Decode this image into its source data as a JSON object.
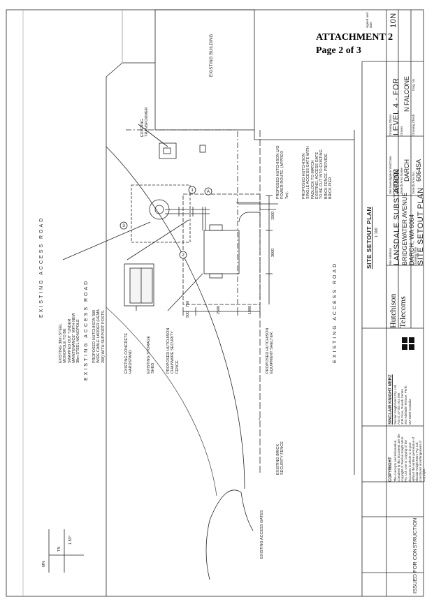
{
  "attachment": {
    "title": "ATTACHMENT 2",
    "page": "Page 2 of 3"
  },
  "labels": {
    "existing_building": "EXISTING BUILDING",
    "existing_transformer": [
      "EXISTING",
      "TRANSFORMER"
    ],
    "road_left": "EXISTING ACCESS ROAD",
    "road_right": "EXISTING ACCESS ROAD",
    "road_bottom": "EXISTING ACCESS ROAD",
    "monopole": [
      "EXISTING 30m STEEL",
      "MONOPOLE TO BE",
      "SWAPPED OUT \"UNDER",
      "MAINTENANCE\" WITH NEW",
      "30m STEEL MONOPOLE"
    ],
    "cable_ladder": [
      "PROPOSED HUTCHISON 300",
      "WIDE CABLE LADDER (HEMA",
      "208) WITH SUPPORT POSTS."
    ],
    "hardstand": [
      "EXISTING CONCRETE",
      "HARDSTAND"
    ],
    "storage_shed": [
      "EXISTING STORAGE",
      "SHED"
    ],
    "chainwire_fence": [
      "PROPOSED HUTCHISON",
      "CHAINWIRE SECURITY",
      "FENCE."
    ],
    "equipment_shelter": [
      "PROPOSED HUTCHISON",
      "EQUIPMENT SHELTER."
    ],
    "power_route": [
      "PROPOSED HUTCHISON U/G",
      "POWER ROUTE. (APPROX",
      "7m)."
    ],
    "access_gate": [
      "PROPOSED HUTCHISON",
      "SINGLE ACCESS GATE WITH",
      "PADLOCK TO MATCH",
      "EXISTING. ACCESS GATE",
      "TO BE CUT INTO EXISTING",
      "BRICK FENCE. PROVIDE",
      "BRICK PIER"
    ],
    "brick_fence": [
      "EXISTING BRICK",
      "SECURITY FENCE"
    ],
    "access_gates": "EXISTING ACCESS GATES",
    "plan_title": "SITE SETOUT PLAN",
    "plan_scale": "1:100",
    "north_mn": "MN",
    "north_tn": "TN",
    "declination": "1.83°"
  },
  "markers": [
    "1",
    "2",
    "3",
    "A"
  ],
  "dimensions": [
    "500",
    "750",
    "2500",
    "1000",
    "3000",
    "1500"
  ],
  "title_block": {
    "copyright_head": "COPYRIGHT",
    "copyright_lines": [
      "The concepts and information",
      "contained in this document are the",
      "copyright of Sinclair Knight Merz",
      "Pty. Ltd. Use or copying of the",
      "document in whole or in part",
      "without the written permission of",
      "Sinclair Knight Merz Pty. Ltd.",
      "constitutes an infringement of",
      "copyright."
    ],
    "company": "SINCLAIR KNIGHT MERZ",
    "company_lines": [
      "Sinclair Knight Merz Pty. Ltd.",
      "A.B.N. 37 001 024 095",
      "11th Floor, Durack Centre",
      "263 Adelaide Terrace, Perth",
      "WA 6000 Australia"
    ],
    "client_a": "Hutchison",
    "client_b": "Telecoms",
    "site_address_label": "Site Address",
    "site_name": "LANSDALE SUBSTATION",
    "address_1": "BRIDGEWATER AVENUE",
    "address_2": "DARCH, WA 6064",
    "drawing_title_label": "Drawing Title",
    "drawing_title": "SITE SETOUT PLAN",
    "visit_label": "Site Investigation Visit Date",
    "visit_date": "26/06/02",
    "search_area_label": "Search Area Name",
    "search_area": "DARCH",
    "search_no_label": "Search Area No.",
    "search_no": "6064SA",
    "status_label": "Drawing Status",
    "status": "LEVEL 4 - FOR",
    "drawn_label": "Drawn",
    "drawn": "N FALCONE",
    "check_label": "Drawing Check",
    "dwg_no_label": "Dwg. No.",
    "issue_label": "ISSUED FOR CONSTRUCTION",
    "rev": "10N",
    "signed_label": "signed and",
    "date_label": "date"
  }
}
